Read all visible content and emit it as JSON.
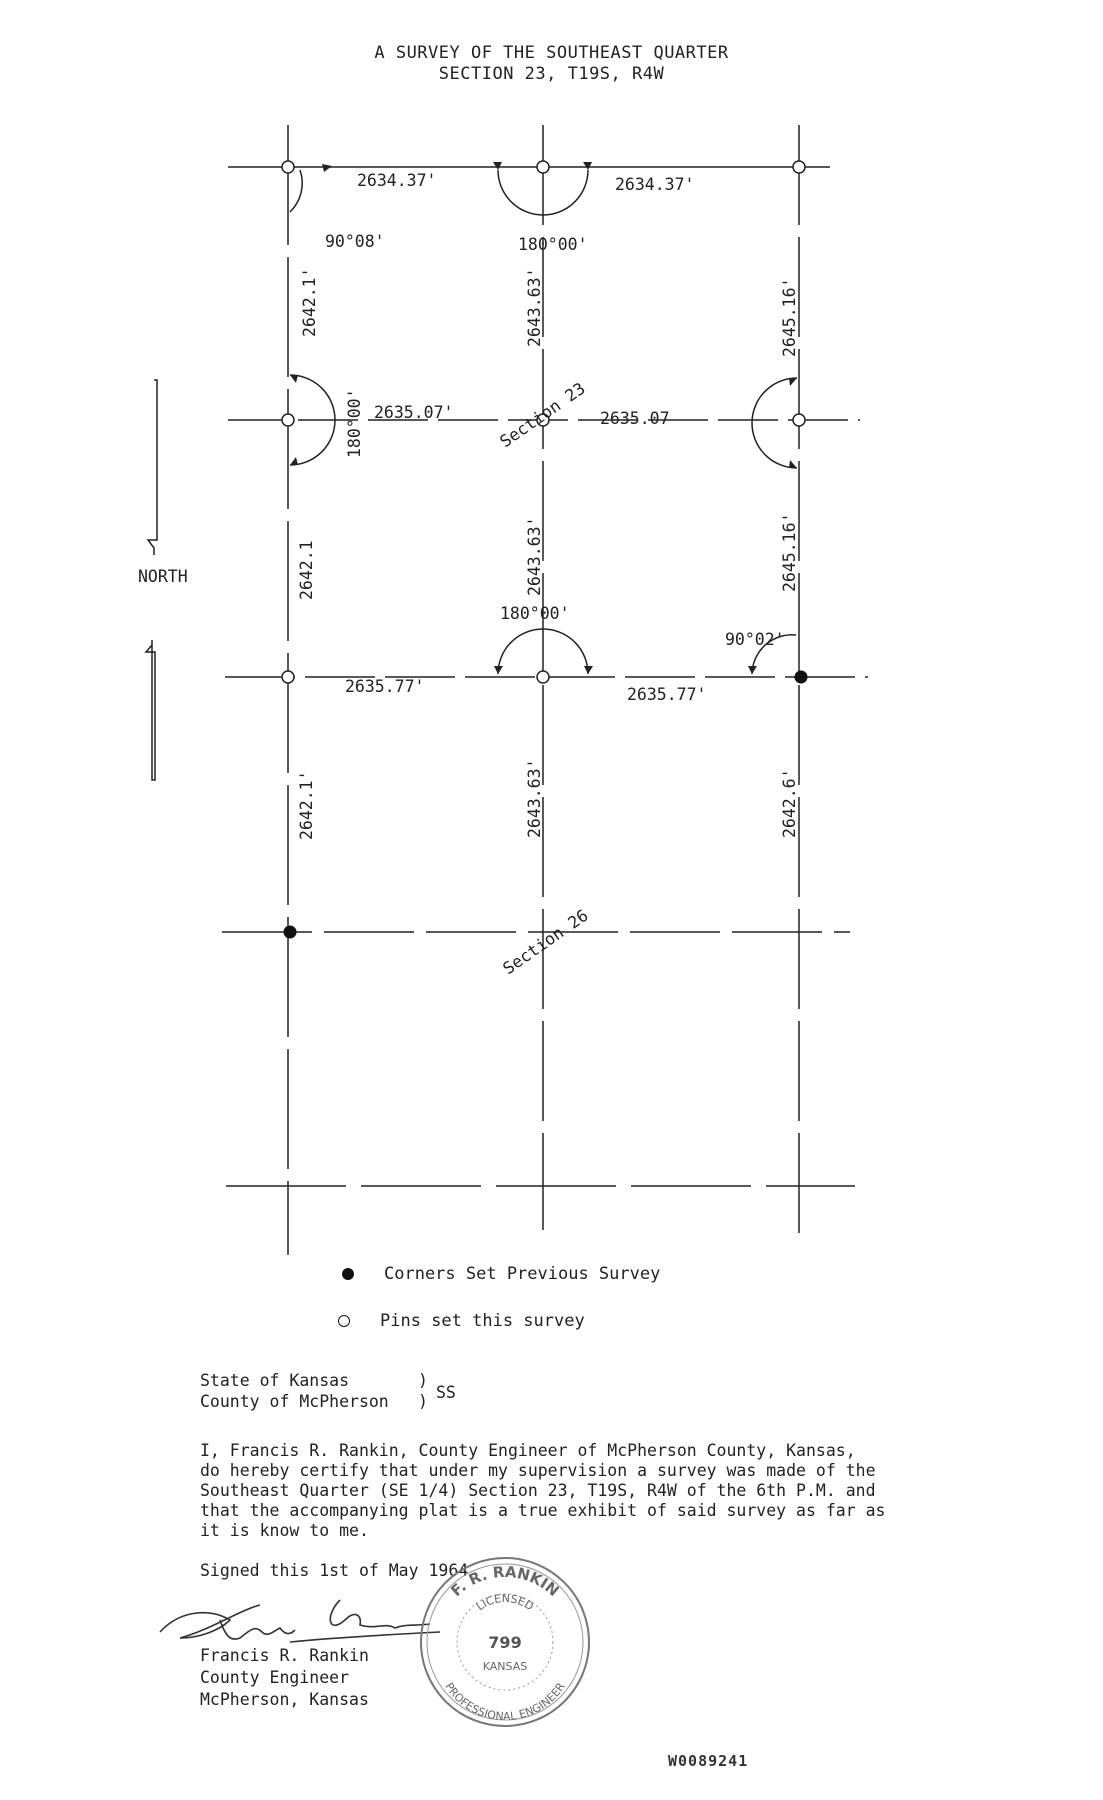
{
  "document": {
    "title_line1": "A SURVEY OF THE SOUTHEAST QUARTER",
    "title_line2": "SECTION 23, T19S, R4W"
  },
  "plat": {
    "north_label": "NORTH",
    "section_labels": [
      "Section 23",
      "Section 26"
    ],
    "top_row": {
      "left": "2634.37'",
      "right": "2634.37'"
    },
    "middle_row": {
      "left": "2635.07'",
      "right": "2635.07"
    },
    "lower_row": {
      "left": "2635.77'",
      "right": "2635.77'"
    },
    "left_col": {
      "upper": "2642.1'",
      "middle": "2642.1",
      "lower": "2642.1'"
    },
    "center_col": {
      "upper": "2643.63'",
      "middle": "2643.63'",
      "lower": "2643.63'"
    },
    "right_col": {
      "upper": "2645.16'",
      "middle": "2645.16'",
      "lower": "2642.6'"
    },
    "angles": {
      "top_left": "90°08'",
      "top_center": "180°00'",
      "mid_left": "180°00'",
      "lower_center": "180°00'",
      "lower_right": "90°02'"
    }
  },
  "legend": {
    "previous": "Corners Set Previous Survey",
    "this_survey": "Pins set this survey"
  },
  "certificate": {
    "state_line": "State of Kansas",
    "county_line": "County of McPherson",
    "brace_top": ")",
    "brace_bottom": ")",
    "ss": "SS",
    "line1": "I, Francis R. Rankin, County Engineer of McPherson County, Kansas,",
    "line2": "do hereby certify that under my supervision a survey was made of the",
    "line3": "Southeast Quarter (SE 1/4) Section 23, T19S, R4W of the 6th P.M. and",
    "line4": "that the accompanying plat is a true exhibit of said survey as far as",
    "line5": "it is know to me.",
    "signed": "Signed this 1st of May 1964",
    "signer_name": "Francis R. Rankin",
    "signer_title": "County Engineer",
    "signer_place": "McPherson, Kansas"
  },
  "seal": {
    "text_top": "F. R. RANKIN",
    "licensed": "LICENSED",
    "number": "799",
    "state": "KANSAS",
    "bottom": "PROFESSIONAL ENGINEER"
  },
  "signature_text": "Francis Rankin",
  "doc_number": "W0089241",
  "colors": {
    "ink": "#222222",
    "paper": "#ffffff"
  }
}
